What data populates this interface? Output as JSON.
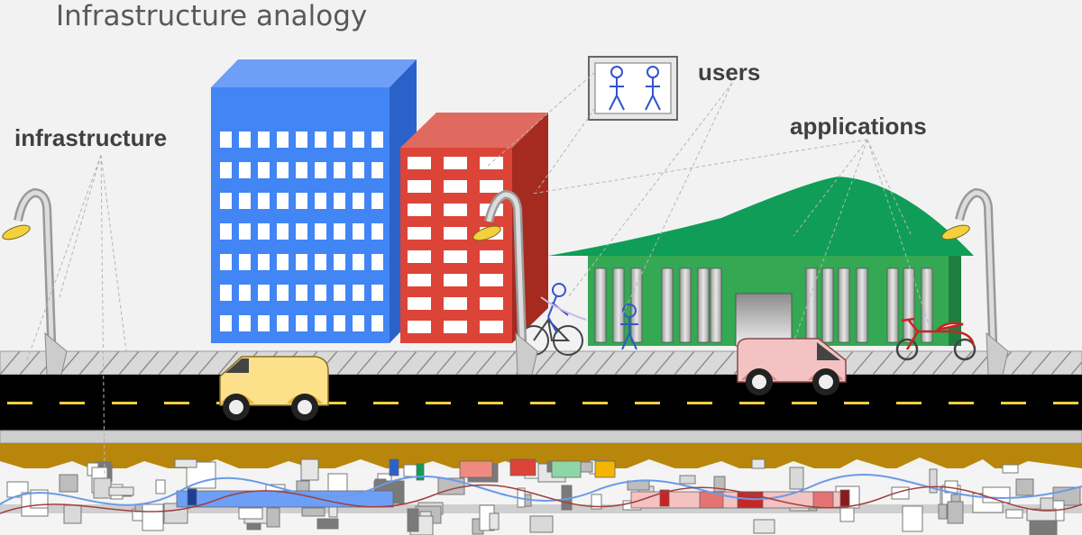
{
  "slide": {
    "title": "Infrastructure analogy"
  },
  "labels": {
    "infrastructure": "infrastructure",
    "users": "users",
    "applications": "applications"
  },
  "colors": {
    "background": "#f2f2f2",
    "blue_building": "#4285f4",
    "red_building": "#db4437",
    "green_building": "#34a853",
    "road": "#000000",
    "road_lines": "#f4d03f",
    "sidewalk": "#d9d9d9",
    "dirt": "#b8860b",
    "lamp_light": "#f4d03f",
    "user_figure": "#3355cc"
  },
  "icons": {
    "users_display": "two-person-figures-icon",
    "cyclist": "bicycle-rider-icon",
    "pedestrian": "person-icon",
    "scooter": "scooter-icon"
  }
}
